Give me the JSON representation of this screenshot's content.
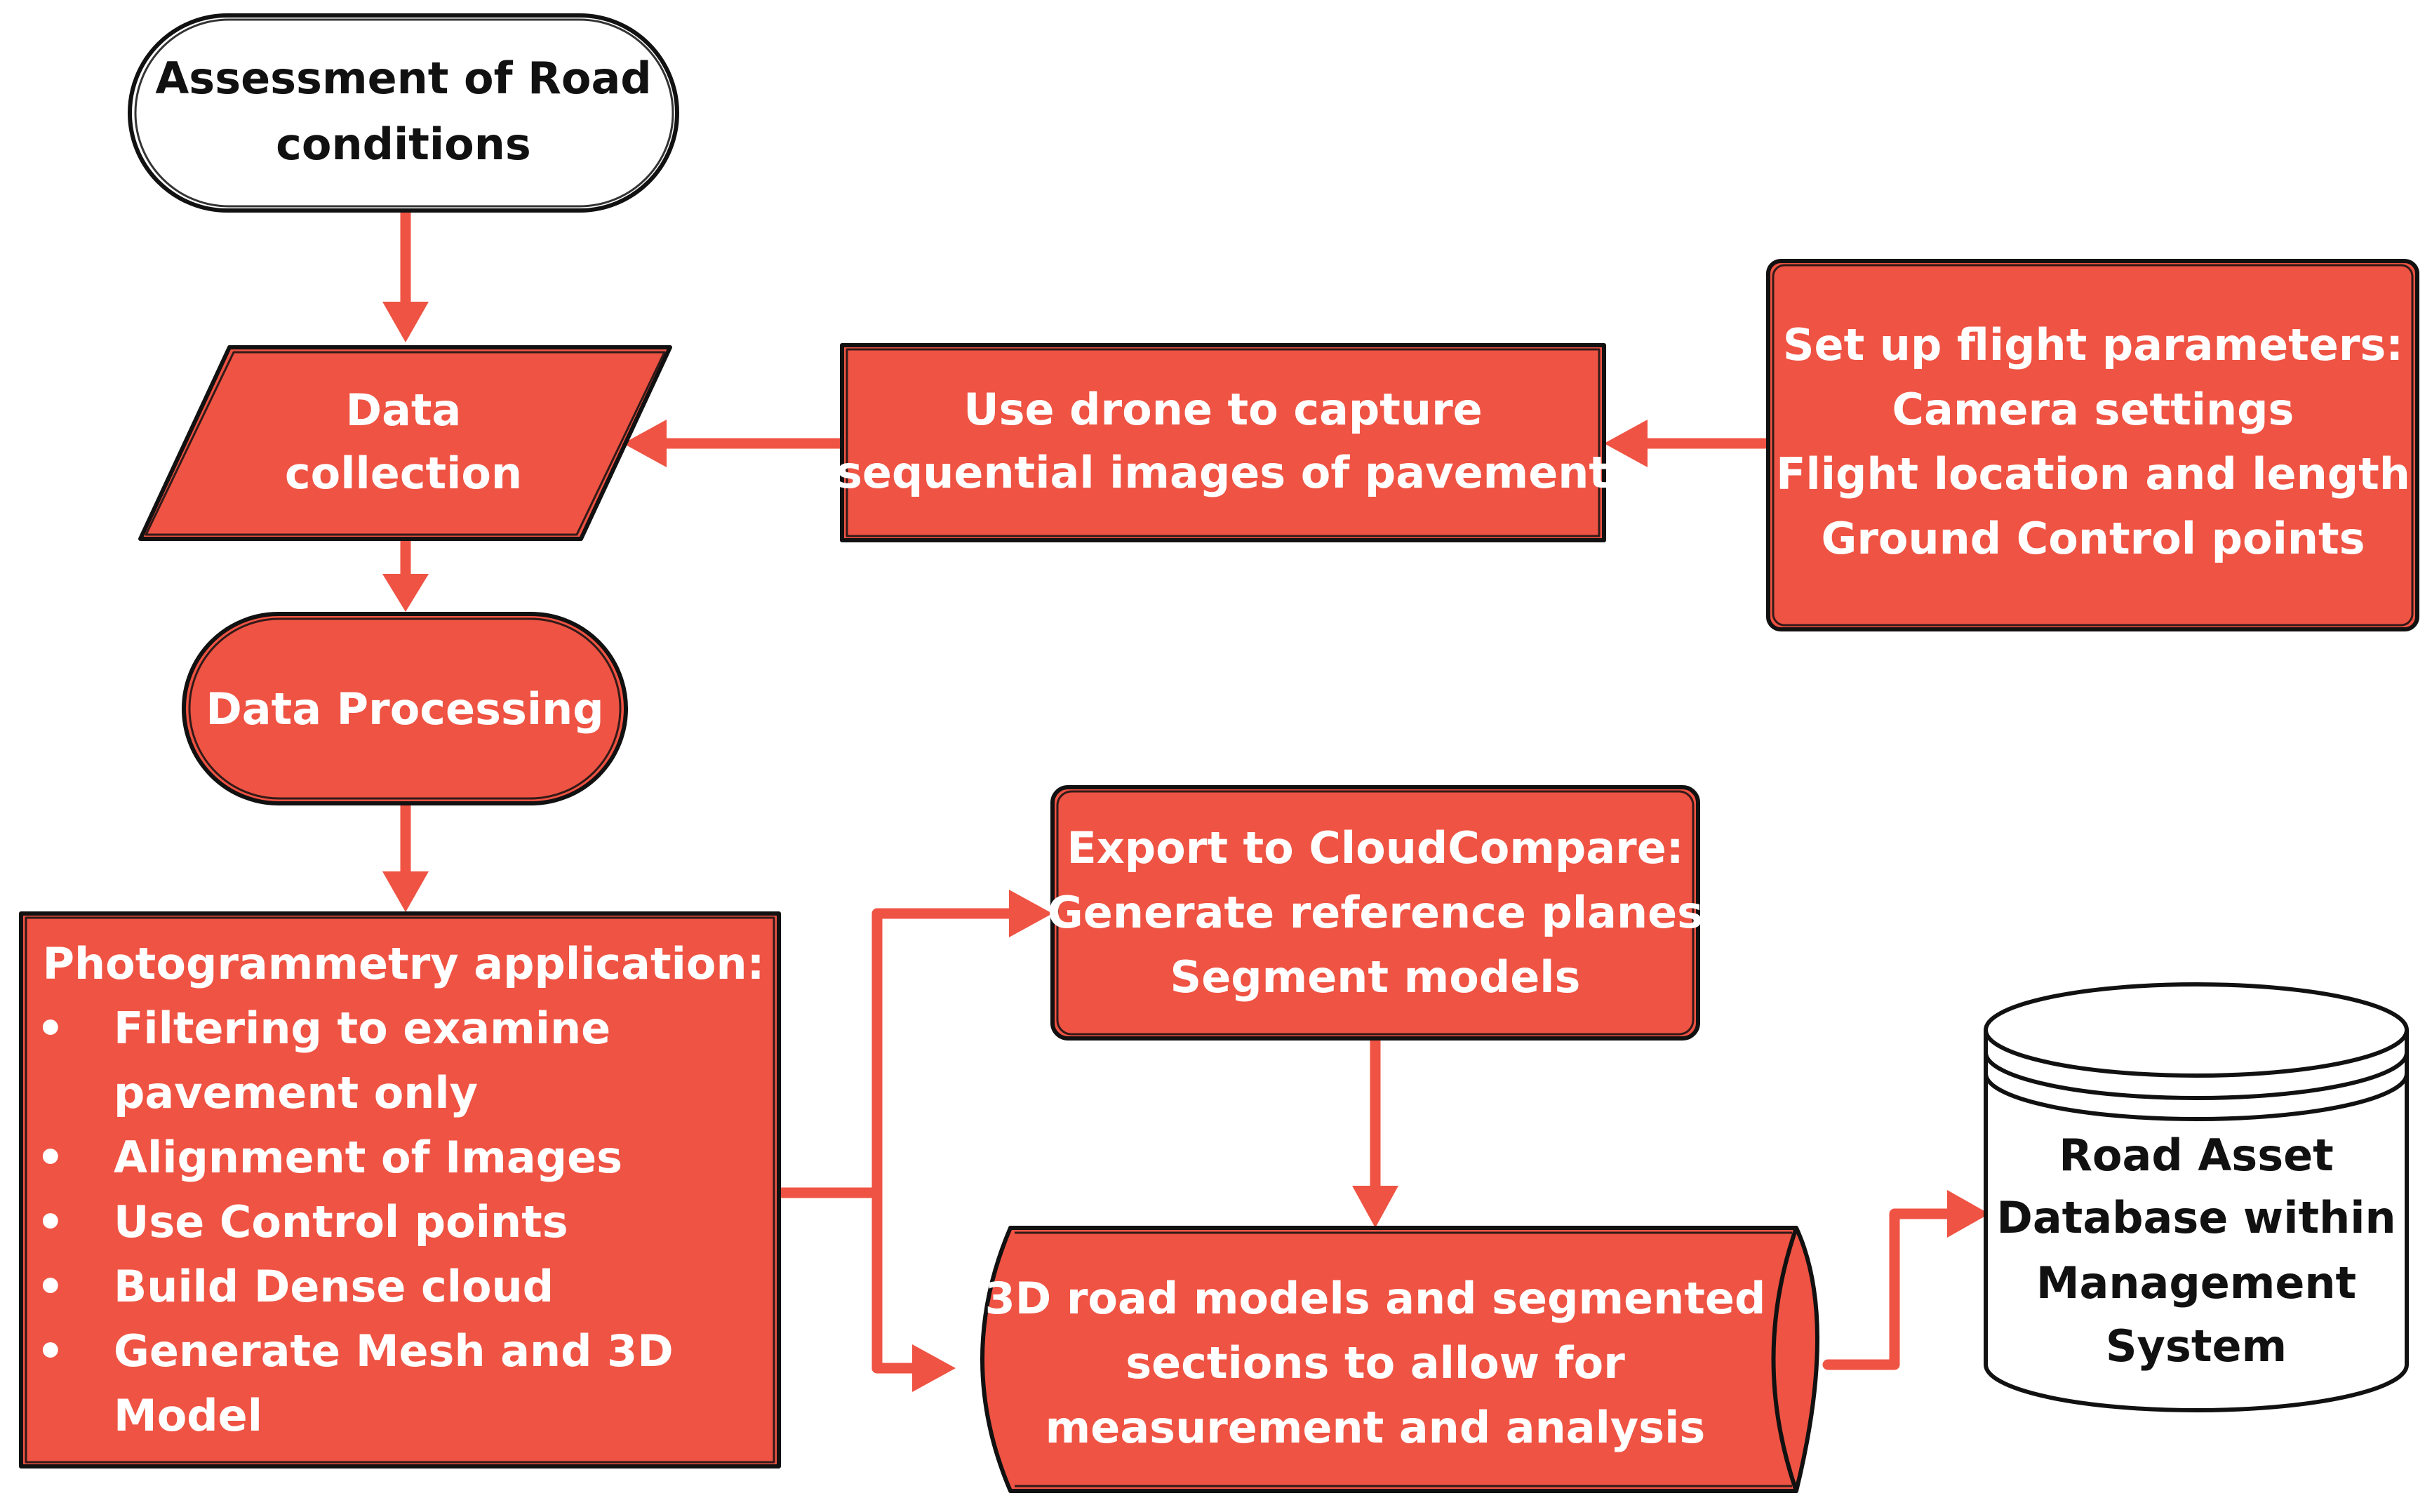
{
  "nodes": {
    "start": {
      "lines": [
        "Assessment of Road",
        "conditions"
      ]
    },
    "data_collection": {
      "lines": [
        "Data",
        "collection"
      ]
    },
    "drone": {
      "lines": [
        "Use drone to capture",
        "sequential images of pavement"
      ]
    },
    "flight": {
      "lines": [
        "Set up flight parameters:",
        "Camera settings",
        "Flight location and length",
        "Ground Control points"
      ]
    },
    "processing": {
      "lines": [
        "Data Processing"
      ]
    },
    "photogrammetry": {
      "title": "Photogrammetry application:",
      "bullet_char": "•",
      "items": [
        "Filtering to examine",
        "pavement only",
        "Alignment of Images",
        "Use Control points",
        "Build Dense cloud",
        "Generate Mesh and 3D",
        "Model"
      ]
    },
    "cloudcompare": {
      "lines": [
        "Export to CloudCompare:",
        "Generate reference planes",
        "Segment models"
      ]
    },
    "models": {
      "lines": [
        "3D road models and segmented",
        "sections to allow for",
        "measurement and analysis"
      ]
    },
    "database": {
      "lines": [
        "Road Asset",
        "Database within",
        "Management",
        "System"
      ]
    }
  },
  "colors": {
    "node_fill": "#ef5343",
    "edge": "#ef5343",
    "outline": "#111111",
    "node_text": "#ffffff",
    "terminal_text": "#111111",
    "background": "#ffffff"
  }
}
